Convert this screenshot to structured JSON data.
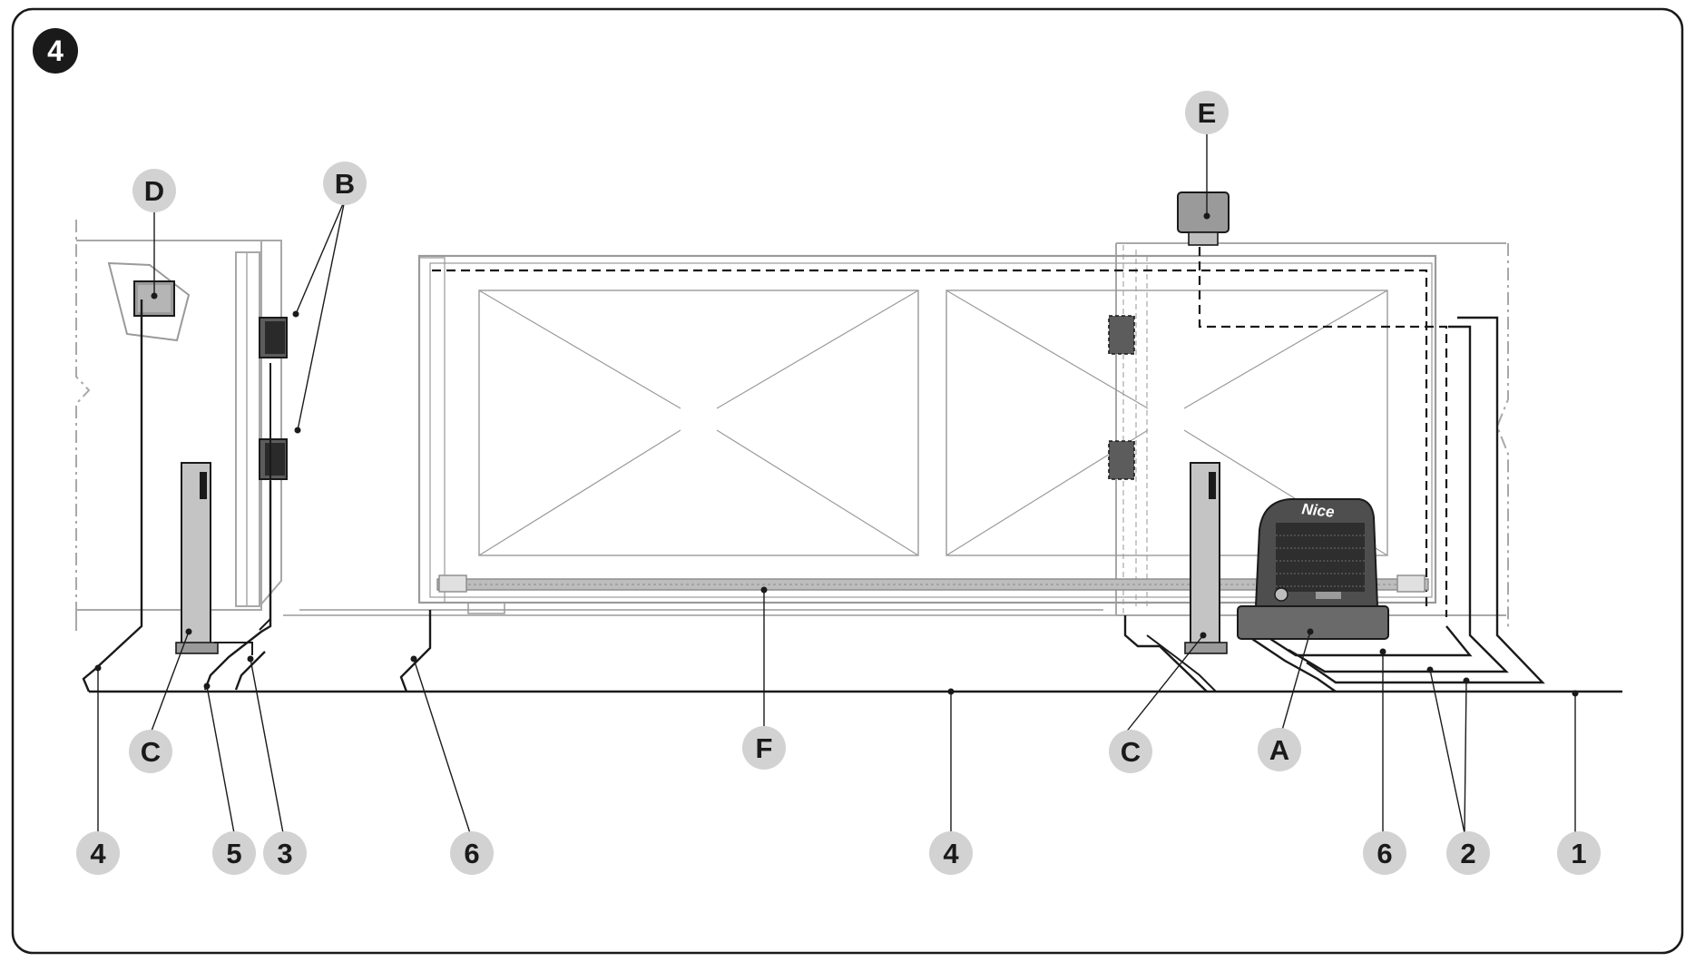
{
  "figure": {
    "number": "4"
  },
  "brand": {
    "logo_text": "Nice"
  },
  "callouts": {
    "motor": "A",
    "photocells_pair": "B",
    "column_left": "C",
    "column_right": "C",
    "key_selector": "D",
    "flashing_light": "E",
    "rack": "F",
    "cable_1": "1",
    "cable_2": "2",
    "cable_3": "3",
    "cable_4_left": "4",
    "cable_4_center": "4",
    "cable_5": "5",
    "cable_6_left": "6",
    "cable_6_right": "6"
  },
  "colors": {
    "frame": "#1a1a1a",
    "callout_bg": "#d2d2d2",
    "figure_badge": "#1a1a1a",
    "gate_outline": "#9a9a9a",
    "wall_outline": "#a8a8a8",
    "device_fill": "#5c5c5c",
    "column_fill": "#c4c4c4",
    "motor_fill": "#6a6a6a"
  }
}
